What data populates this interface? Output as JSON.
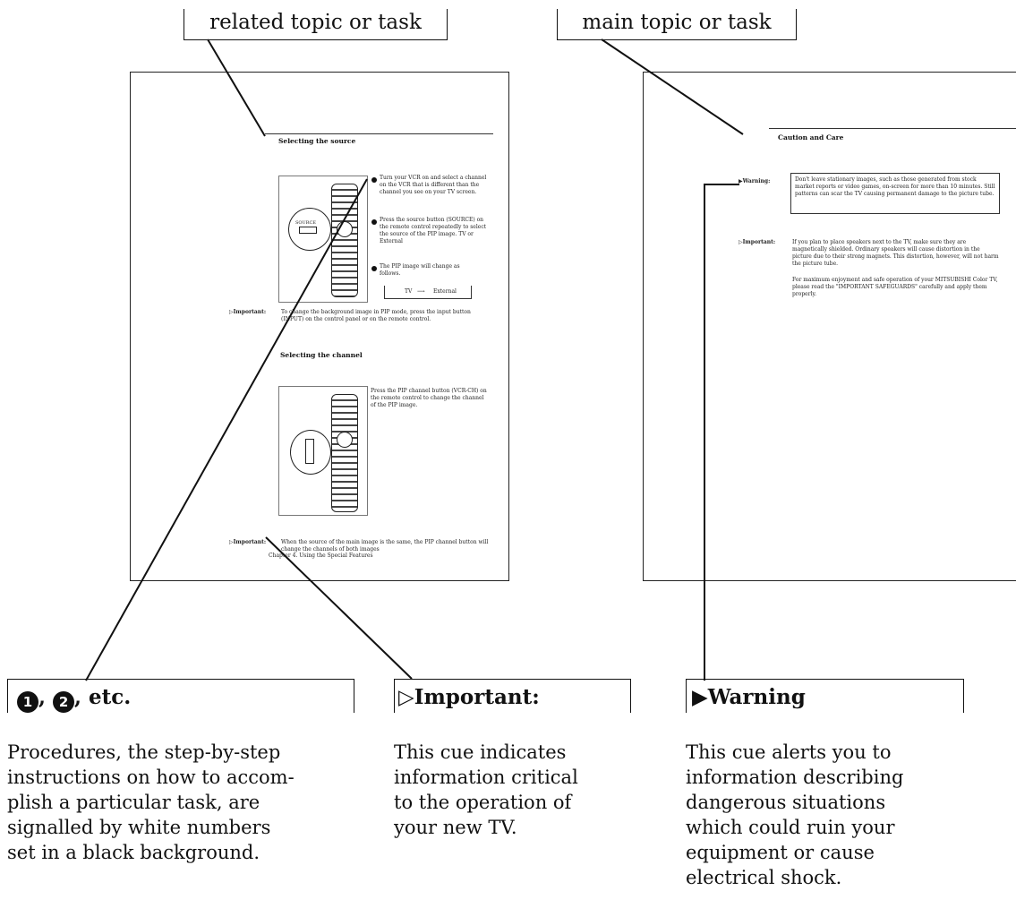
{
  "top_labels": {
    "related": "related topic or task",
    "main": "main topic or task"
  },
  "left_page": {
    "section1_title": "Selecting the source",
    "step1": "Turn your VCR on and select a channel on the VCR that is different than the channel you see on your TV screen.",
    "step2": "Press the source button (SOURCE) on the remote control repeatedly to select the source of the PIP image. TV or External",
    "step3": "The PIP image will change as follows.",
    "flow_tv": "TV",
    "flow_ext": "External",
    "source_button_label": "SOURCE",
    "important_label": "Important:",
    "important1": "To change the background image in PIP mode, press the input button (INPUT) on the control panel or on the remote control.",
    "section2_title": "Selecting the channel",
    "channel_text": "Press the PIP channel button (VCR-CH) on the remote control to change the channel of the PIP image.",
    "important2": "When the source of the main image is the same, the PIP channel button will change the channels of both images",
    "footer": "Chapter 4.  Using the Special Features"
  },
  "right_page": {
    "title": "Caution and Care",
    "warning_label": "Warning:",
    "warning_text": "Don't leave stationary images, such as those generated from stock market reports or video games, on-screen for more than 10 minutes. Still patterns can scar the TV causing permanent damage to the picture tube.",
    "important_label": "Important:",
    "important_text1": "If you plan to place speakers next to the TV, make sure they are magnetically shielded. Ordinary speakers will cause distortion in the picture due to their strong magnets. This distortion, however, will not harm the picture tube.",
    "important_text2": "For maximum enjoyment and safe operation of your MITSUBISHI Color TV, please read the \"IMPORTANT SAFEGUARDS\" carefully and apply them properly."
  },
  "cues": {
    "procedures_label": ", etc.",
    "num1": "1",
    "num2": "2",
    "procedures_comma": ",",
    "important_label": "Important:",
    "important_glyph": "▷",
    "warning_label": "Warning",
    "warning_glyph": "▶"
  },
  "descriptions": {
    "procedures": [
      "Procedures, the step-by-step",
      "instructions on how to accom-",
      "plish a particular task, are",
      "signalled by white numbers",
      "set in a black background."
    ],
    "important": [
      "This cue indicates",
      "information critical",
      "to the operation of",
      "your new TV."
    ],
    "warning": [
      "This cue alerts you to",
      "information describing",
      "dangerous situations",
      "which could ruin your",
      "equipment or cause",
      "electrical shock."
    ]
  }
}
